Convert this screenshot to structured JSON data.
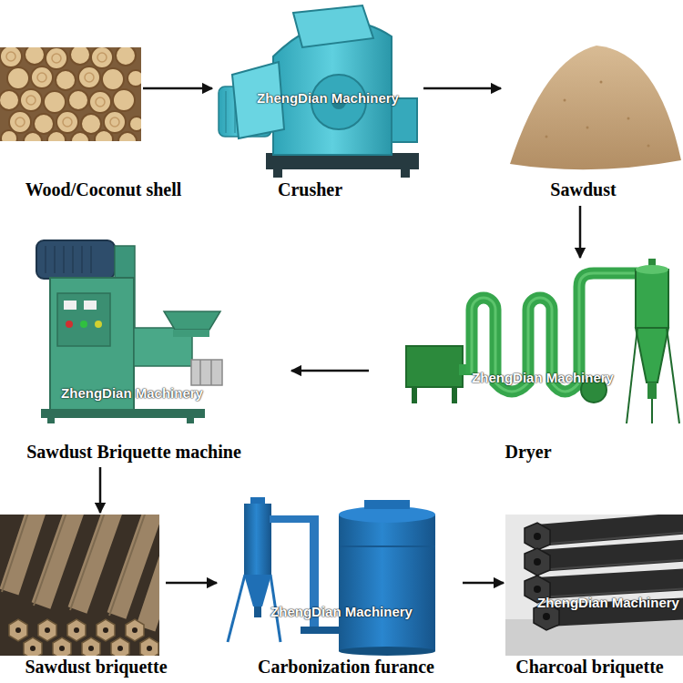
{
  "diagram": {
    "nodes": [
      {
        "text": [
          "Wood/Coconut shell"
        ]
      },
      {
        "text": [
          "Crusher"
        ]
      },
      {
        "text": [
          "Sawdust"
        ]
      },
      {
        "text": [
          "Sawdust Briquette machine"
        ]
      },
      {
        "text": [
          "Dryer"
        ]
      },
      {
        "text": [
          "Sawdust briquette"
        ]
      },
      {
        "text": [
          "Carbonization furance"
        ]
      },
      {
        "text": [
          "Charcoal briquette"
        ]
      }
    ],
    "edges": [
      {
        "from": 0,
        "to": 1,
        "arrow": "to"
      },
      {
        "from": 1,
        "to": 2,
        "arrow": "to"
      },
      {
        "from": 2,
        "to": 4,
        "arrow": "to"
      },
      {
        "from": 4,
        "to": 3,
        "arrow": "to"
      },
      {
        "from": 3,
        "to": 5,
        "arrow": "to"
      },
      {
        "from": 5,
        "to": 6,
        "arrow": "to"
      },
      {
        "from": 6,
        "to": 7,
        "arrow": "to"
      }
    ],
    "labels": [
      "ZhengDian Machinery",
      "ZhengDian Machinery",
      "ZhengDian Machinery",
      "ZhengDian Machinery",
      "ZhengDian Machinery"
    ]
  }
}
